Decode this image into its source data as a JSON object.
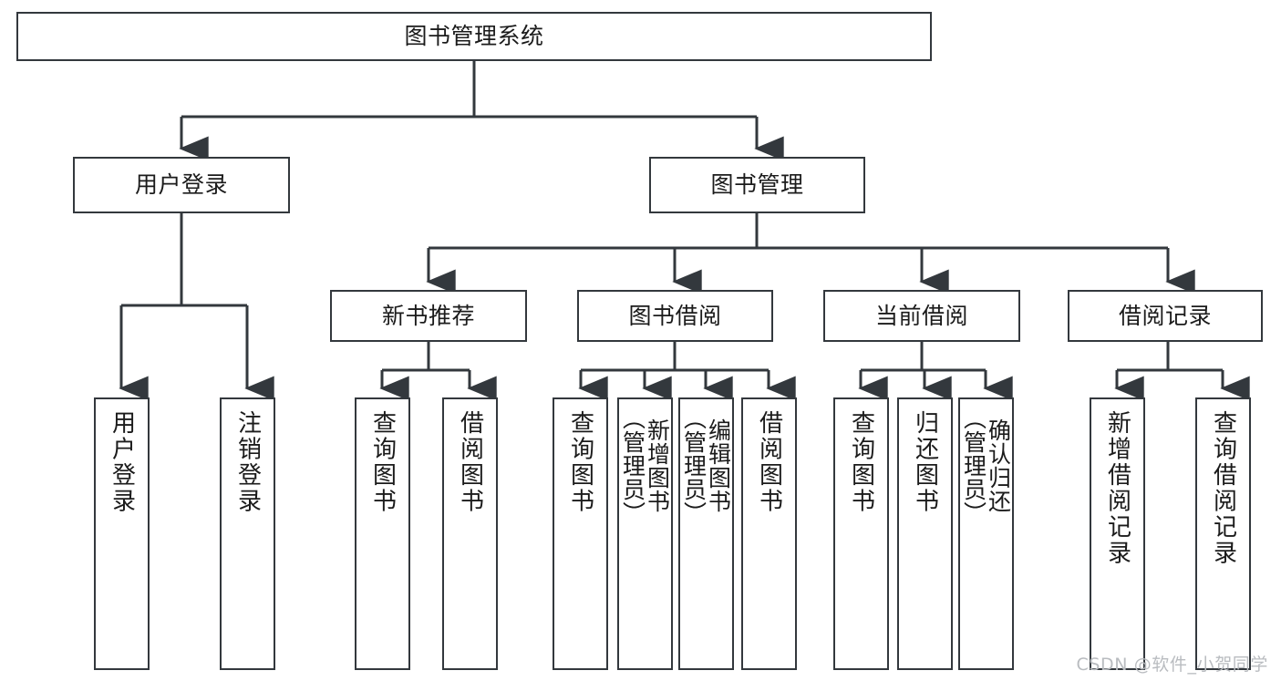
{
  "diagram": {
    "type": "hierarchy-tree",
    "title": "图书管理系统",
    "levels": 4,
    "root": {
      "id": "root",
      "label": "图书管理系统"
    },
    "level2": [
      {
        "id": "user-login",
        "label": "用户登录"
      },
      {
        "id": "book-management",
        "label": "图书管理"
      }
    ],
    "level3": [
      {
        "id": "new-book-recommend",
        "label": "新书推荐",
        "parent": "book-management"
      },
      {
        "id": "book-borrow",
        "label": "图书借阅",
        "parent": "book-management"
      },
      {
        "id": "current-borrow",
        "label": "当前借阅",
        "parent": "book-management"
      },
      {
        "id": "borrow-record",
        "label": "借阅记录",
        "parent": "book-management"
      }
    ],
    "leaves": {
      "user-login": [
        {
          "id": "leaf-user-login",
          "label": "用户登录"
        },
        {
          "id": "leaf-logout-login",
          "label": "注销登录"
        }
      ],
      "new-book-recommend": [
        {
          "id": "leaf-query-book-1",
          "label": "查询图书"
        },
        {
          "id": "leaf-borrow-book-1",
          "label": "借阅图书"
        }
      ],
      "book-borrow": [
        {
          "id": "leaf-query-book-2",
          "label": "查询图书"
        },
        {
          "id": "leaf-add-book",
          "label": "新增图书\n（管理员）"
        },
        {
          "id": "leaf-edit-book",
          "label": "编辑图书\n（管理员）"
        },
        {
          "id": "leaf-borrow-book-2",
          "label": "借阅图书"
        }
      ],
      "current-borrow": [
        {
          "id": "leaf-query-book-3",
          "label": "查询图书"
        },
        {
          "id": "leaf-return-book",
          "label": "归还图书"
        },
        {
          "id": "leaf-confirm-return",
          "label": "确认归还\n（管理员）"
        }
      ],
      "borrow-record": [
        {
          "id": "leaf-add-record",
          "label": "新增借阅记录"
        },
        {
          "id": "leaf-query-record",
          "label": "查询借阅记录"
        }
      ]
    }
  },
  "watermark": {
    "text": "CSDN @软件_小贺同学"
  },
  "colors": {
    "stroke": "#33383d",
    "text": "#1b1b1b",
    "background": "#ffffff",
    "watermark": "#b9bcc0"
  }
}
